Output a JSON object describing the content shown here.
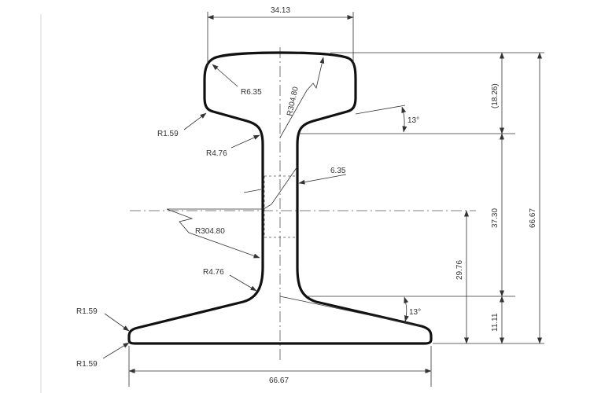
{
  "diagram": {
    "dimensions": {
      "head_width": "34.13",
      "base_width": "66.67",
      "total_height": "66.67",
      "head_height": "(18.26)",
      "web_height": "37.30",
      "neutral_axis_height": "29.76",
      "base_thickness": "11.11",
      "web_thickness": "6.35",
      "upper_angle": "13°",
      "lower_angle": "13°"
    },
    "radii": {
      "head_corner": "R6.35",
      "head_crown": "R304.80",
      "head_fillet": "R1.59",
      "head_web_fillet": "R4.76",
      "web_radius": "R304.80",
      "base_web_fillet": "R4.76",
      "base_upper_edge": "R1.59",
      "base_lower_edge": "R1.59"
    },
    "colors": {
      "profile": "#111111",
      "dimension_lines": "#333333",
      "background": "#ffffff"
    }
  }
}
